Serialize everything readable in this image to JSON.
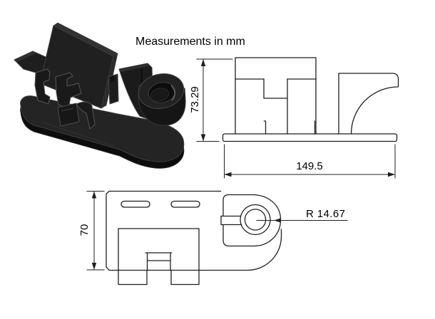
{
  "note": "Measurements in mm",
  "front_view": {
    "height_mm": "73.29",
    "width_mm": "149.5"
  },
  "top_view": {
    "height_mm": "70",
    "radius": "R 14.67"
  },
  "colors": {
    "background": "#ffffff",
    "line_color": "#1f1f1f",
    "part_color": "#1f1f1f",
    "edge_highlight_color": "#555555"
  }
}
